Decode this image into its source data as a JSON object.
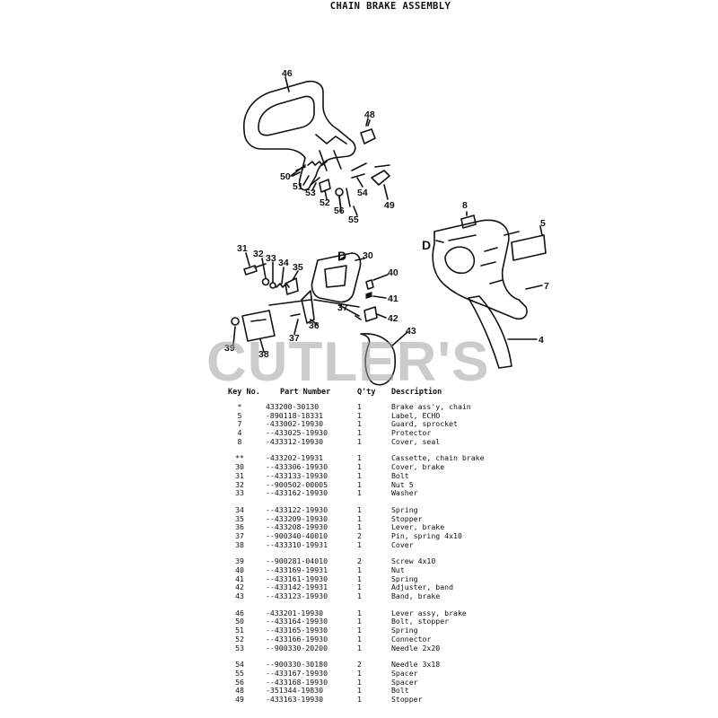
{
  "title": "CHAIN BRAKE ASSEMBLY",
  "watermark": "CUTLER'S",
  "callouts": {
    "c46": "46",
    "c48": "48",
    "c50": "50",
    "c51": "51",
    "c53": "53",
    "c52": "52",
    "c56": "56",
    "c55": "55",
    "c54": "54",
    "c49": "49",
    "c8": "8",
    "c5": "5",
    "c7": "7",
    "c4": "4",
    "cD1": "D",
    "c31": "31",
    "c32": "32",
    "c33": "33",
    "c34": "34",
    "c35": "35",
    "c30": "30",
    "cD2": "D",
    "c40": "40",
    "c41": "41",
    "c37a": "37",
    "c42": "42",
    "c36": "36",
    "c37b": "37",
    "c43": "43",
    "c39": "39",
    "c38": "38"
  },
  "table": {
    "headers": {
      "key": "Key No.",
      "part": "Part Number",
      "qty": "Q'ty",
      "desc": "Description"
    },
    "groups": [
      [
        {
          "key": "*",
          "part": "433200-30130",
          "qty": "1",
          "desc": "Brake ass'y, chain"
        },
        {
          "key": "5",
          "part": "-890118-18331",
          "qty": "1",
          "desc": "Label, ECHO"
        },
        {
          "key": "7",
          "part": "-433002-19930",
          "qty": "1",
          "desc": "Guard, sprocket"
        },
        {
          "key": "4",
          "part": "--433025-19930",
          "qty": "1",
          "desc": " Protector"
        },
        {
          "key": "8",
          "part": "-433312-19930",
          "qty": "1",
          "desc": "Cover, seal"
        }
      ],
      [
        {
          "key": "**",
          "part": "-433202-19931",
          "qty": "1",
          "desc": "Cassette, chain brake"
        },
        {
          "key": "30",
          "part": "--433306-19930",
          "qty": "1",
          "desc": " Cover, brake"
        },
        {
          "key": "31",
          "part": "--433133-19930",
          "qty": "1",
          "desc": " Bolt"
        },
        {
          "key": "32",
          "part": "--900502-00005",
          "qty": "1",
          "desc": " Nut 5"
        },
        {
          "key": "33",
          "part": "--433162-19930",
          "qty": "1",
          "desc": " Washer"
        }
      ],
      [
        {
          "key": "34",
          "part": "--433122-19930",
          "qty": "1",
          "desc": " Spring"
        },
        {
          "key": "35",
          "part": "--433209-19930",
          "qty": "1",
          "desc": " Stopper"
        },
        {
          "key": "36",
          "part": "--433208-19930",
          "qty": "1",
          "desc": " Lever, brake"
        },
        {
          "key": "37",
          "part": "--900340-40010",
          "qty": "2",
          "desc": " Pin, spring 4x10"
        },
        {
          "key": "38",
          "part": "--433310-19931",
          "qty": "1",
          "desc": " Cover"
        }
      ],
      [
        {
          "key": "39",
          "part": "--900281-04010",
          "qty": "2",
          "desc": " Screw 4x10"
        },
        {
          "key": "40",
          "part": "--433169-19931",
          "qty": "1",
          "desc": " Nut"
        },
        {
          "key": "41",
          "part": "--433161-19930",
          "qty": "1",
          "desc": " Spring"
        },
        {
          "key": "42",
          "part": "--433142-19931",
          "qty": "1",
          "desc": " Adjuster, band"
        },
        {
          "key": "43",
          "part": "--433123-19930",
          "qty": "1",
          "desc": " Band, brake"
        }
      ],
      [
        {
          "key": "46",
          "part": "-433201-19930",
          "qty": "1",
          "desc": "Lever assy, brake"
        },
        {
          "key": "50",
          "part": "--433164-19930",
          "qty": "1",
          "desc": " Bolt, stopper"
        },
        {
          "key": "51",
          "part": "--433165-19930",
          "qty": "1",
          "desc": " Spring"
        },
        {
          "key": "52",
          "part": "--433166-19930",
          "qty": "1",
          "desc": " Connector"
        },
        {
          "key": "53",
          "part": "--900330-20200",
          "qty": "1",
          "desc": " Needle 2x20"
        }
      ],
      [
        {
          "key": "54",
          "part": "--900330-30180",
          "qty": "2",
          "desc": " Needle 3x18"
        },
        {
          "key": "55",
          "part": "--433167-19930",
          "qty": "1",
          "desc": " Spacer"
        },
        {
          "key": "56",
          "part": "--433168-19930",
          "qty": "1",
          "desc": " Spacer"
        },
        {
          "key": "48",
          "part": "-351344-19830",
          "qty": "1",
          "desc": "Bolt"
        },
        {
          "key": "49",
          "part": "-433163-19930",
          "qty": "1",
          "desc": "Stopper"
        }
      ]
    ]
  }
}
